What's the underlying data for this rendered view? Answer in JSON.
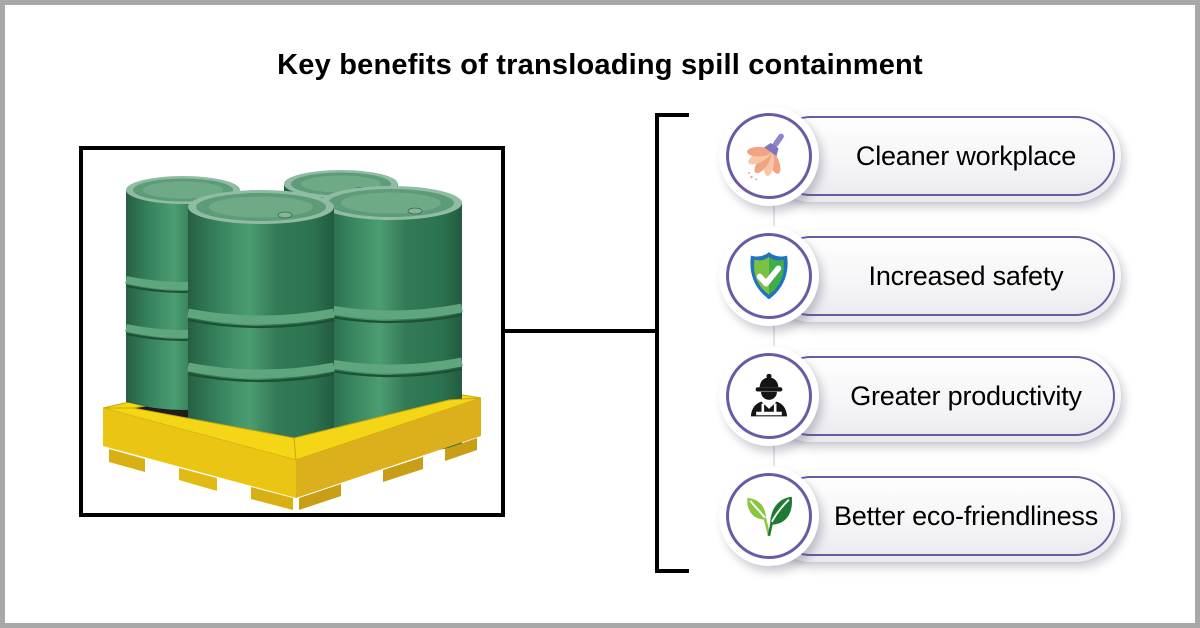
{
  "title": "Key benefits of transloading spill containment",
  "image": {
    "description": "Four green steel drums stacked 2x2 on a yellow plastic spill containment pallet"
  },
  "benefits": [
    {
      "label": "Cleaner workplace",
      "icon": "duster-icon"
    },
    {
      "label": "Increased safety",
      "icon": "shield-check-icon"
    },
    {
      "label": "Greater productivity",
      "icon": "construction-worker-icon"
    },
    {
      "label": "Better eco-friendliness",
      "icon": "leaves-icon"
    }
  ],
  "colors": {
    "accent_purple": "#6c59a3",
    "outer_border_gray": "#a8a8a8",
    "frame_black": "#000000",
    "drum_green": "#2f7a53",
    "pallet_yellow": "#f5d616",
    "shield_blue": "#2273bf",
    "shield_green": "#3fae49",
    "leaf_light_green": "#8cc63f",
    "leaf_dark_green": "#1e7b34",
    "duster_purple": "#8e86cb",
    "duster_peach": "#f2a482"
  }
}
